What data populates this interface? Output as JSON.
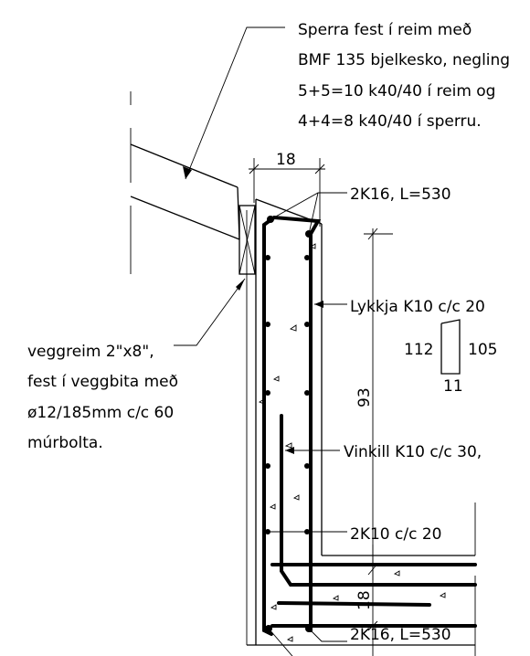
{
  "notes": {
    "rafter_line1": "Sperra fest í reim með",
    "rafter_line2": "BMF 135 bjelkesko, negling",
    "rafter_line3": "5+5=10 k40/40 í reim og",
    "rafter_line4": "4+4=8 k40/40 í sperru.",
    "wallplate_line1": "veggreim 2\"x8\",",
    "wallplate_line2": "fest í veggbita með",
    "wallplate_line3": "ø12/185mm c/c 60",
    "wallplate_line4": "múrbolta."
  },
  "dimensions": {
    "top_width": "18",
    "wall_height": "93",
    "slab_thickness": "18"
  },
  "rebar": {
    "top_bars": "2K16, L=530",
    "stirrup": "Lykkja K10 c/c 20",
    "stirrup_height_left": "112",
    "stirrup_height_right": "105",
    "stirrup_width": "11",
    "angle_bar": "Vinkill K10 c/c 30,",
    "slab_bars": "2K10 c/c 20",
    "bottom_bars": "2K16, L=530"
  }
}
